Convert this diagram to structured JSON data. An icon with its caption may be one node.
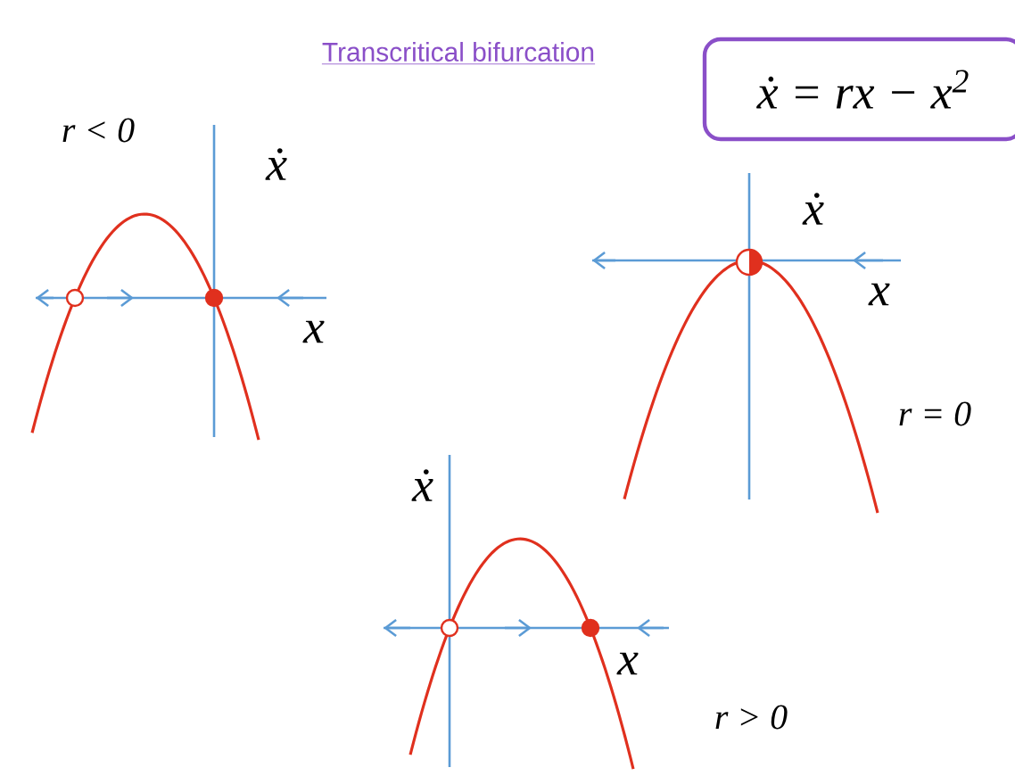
{
  "diagram": {
    "title": "Transcritical bifurcation",
    "nodes": [
      {
        "text": [
          "ẋ = rx − x$^{2}$"
        ]
      }
    ],
    "labels": [
      "r < 0",
      "ẋ",
      "x",
      "ẋ",
      "x",
      "r = 0",
      "ẋ",
      "x",
      "r > 0"
    ]
  }
}
